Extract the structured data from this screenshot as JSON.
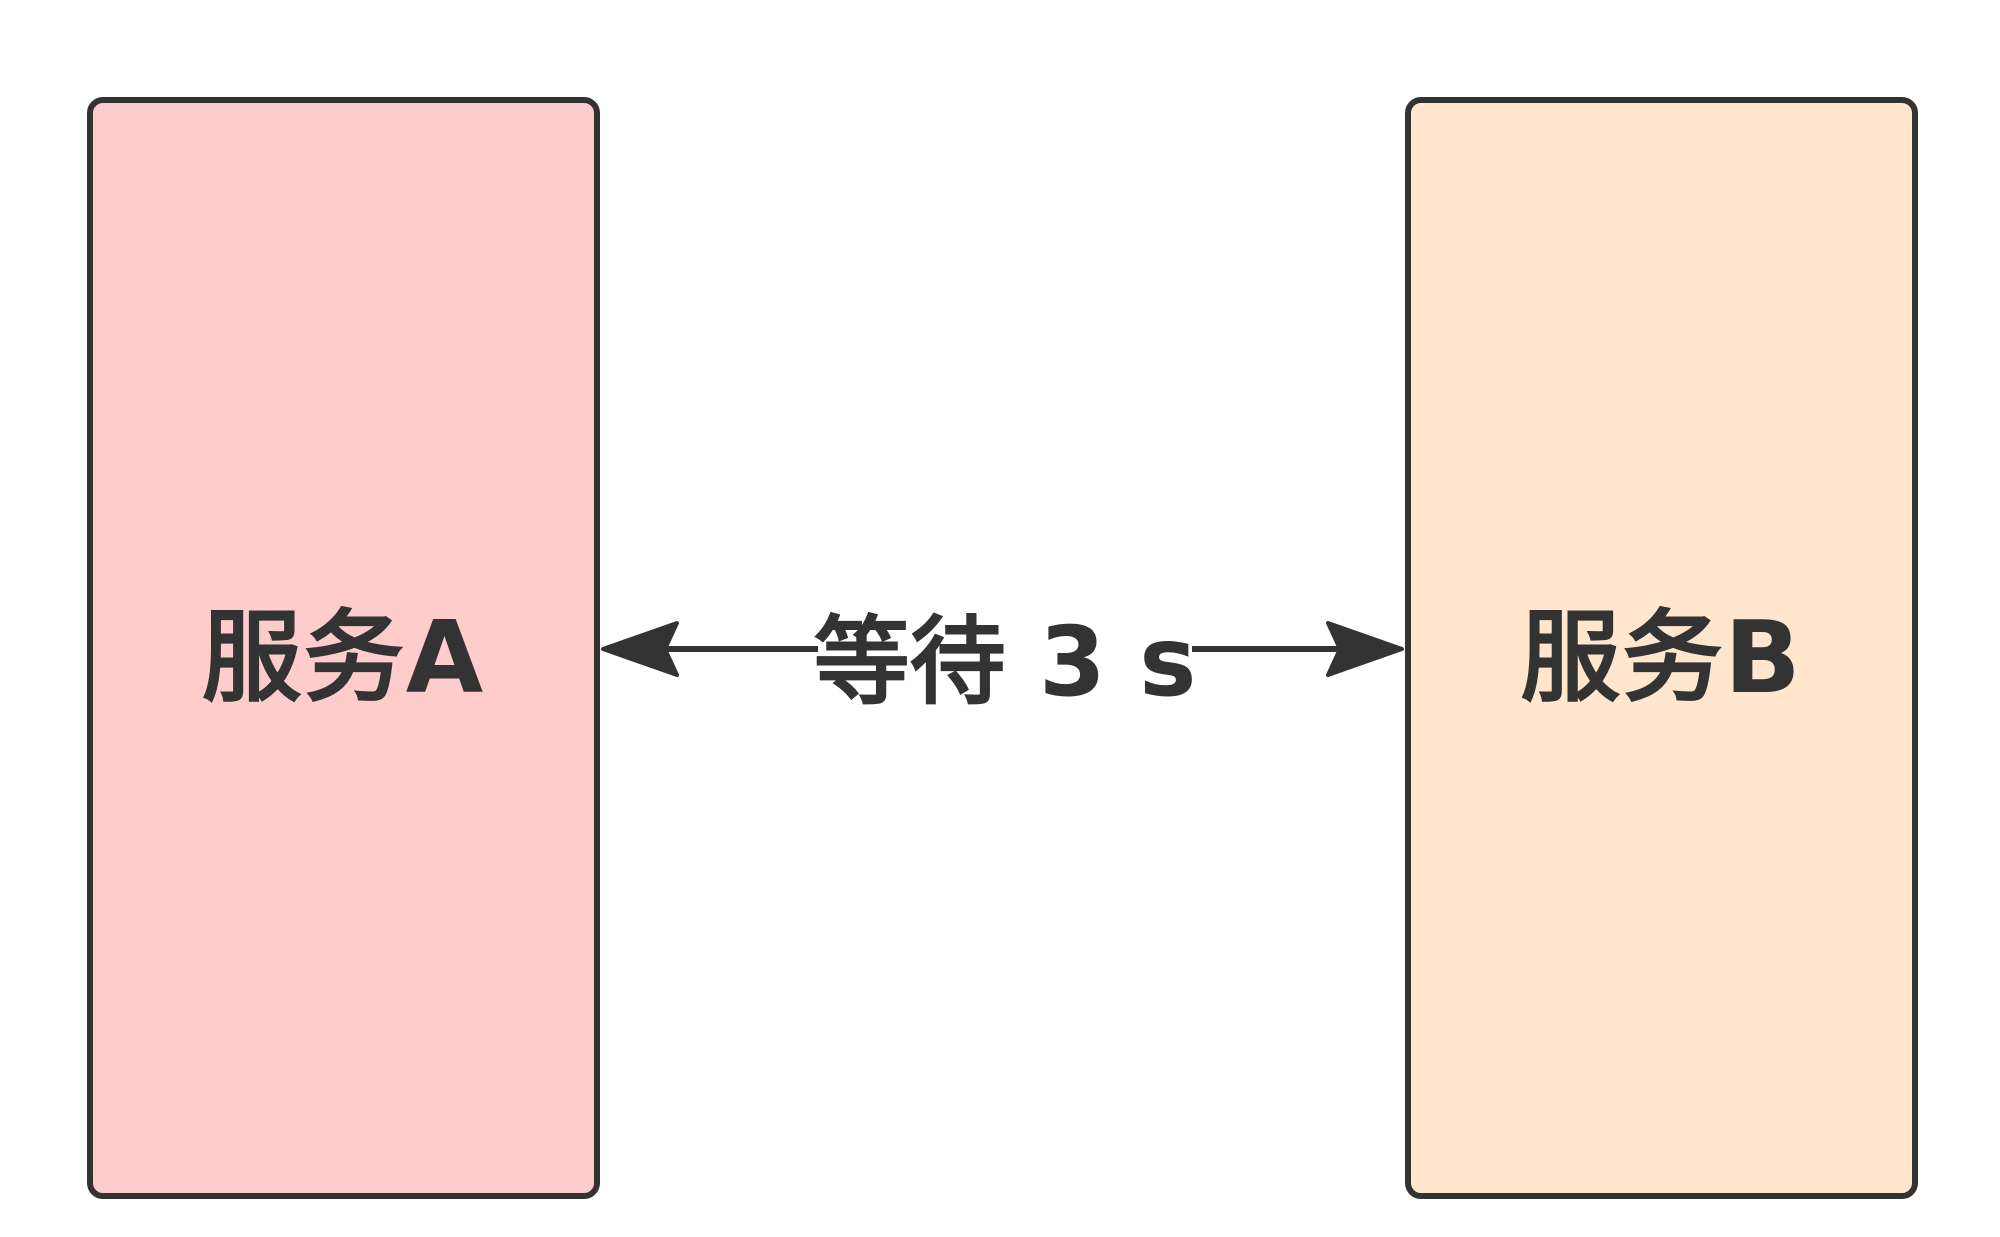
{
  "nodes": {
    "service_a": {
      "label": "服务A",
      "fill": "#ffcccc",
      "stroke": "#333333"
    },
    "service_b": {
      "label": "服务B",
      "fill": "#ffe6cc",
      "stroke": "#333333"
    }
  },
  "edge": {
    "label": "等待 3 s",
    "direction": "bidirectional",
    "color": "#333333"
  }
}
